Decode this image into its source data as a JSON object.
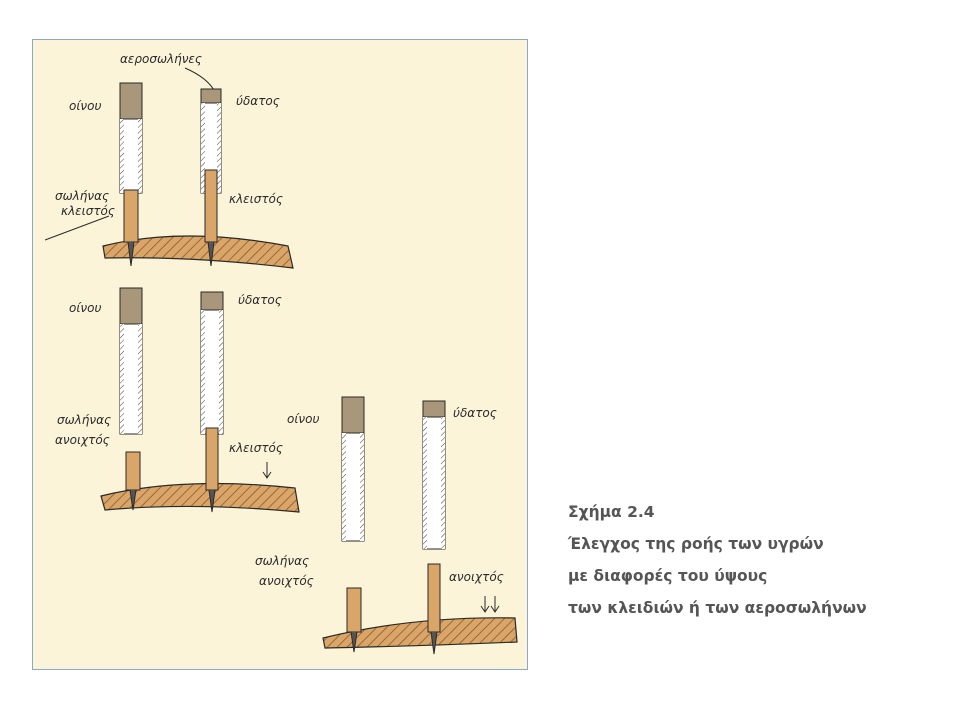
{
  "figure": {
    "labels": {
      "air_tubes": "αεροσωλήνες",
      "wine": "οίνου",
      "water": "ύδατος",
      "tube_label": "σωλήνας",
      "closed": "κλειστός",
      "open": "ανοιχτός"
    },
    "colors": {
      "panel_background": "#fbf4d8",
      "panel_border": "#8fa8c8",
      "wood": "#d9a568",
      "wood_hatch": "#8a5a2a",
      "cap": "#a8977a",
      "outline": "#2a2a2a"
    }
  },
  "caption": {
    "line1": "Σχήμα 2.4",
    "line2": "Έλεγχος της ροής των υγρών",
    "line3": "με διαφορές του ύψους",
    "line4": "των κλειδιών ή των αεροσωλήνων"
  }
}
